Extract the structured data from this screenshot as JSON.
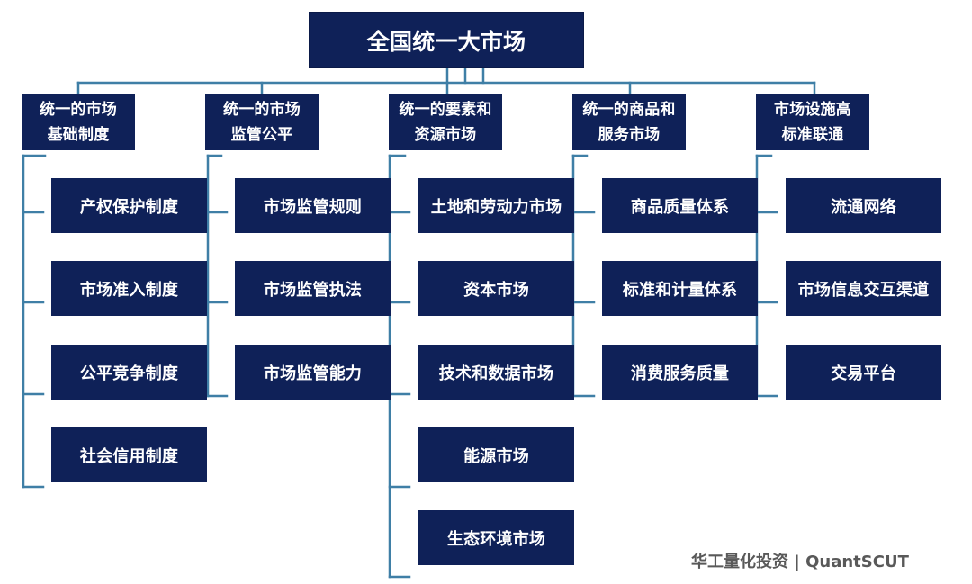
{
  "diagram": {
    "root": {
      "label": "全国统一大市场"
    },
    "categories": [
      {
        "label": "统一的市场\n基础制度",
        "items": [
          "产权保护制度",
          "市场准入制度",
          "公平竞争制度",
          "社会信用制度"
        ]
      },
      {
        "label": "统一的市场\n监管公平",
        "items": [
          "市场监管规则",
          "市场监管执法",
          "市场监管能力"
        ]
      },
      {
        "label": "统一的要素和\n资源市场",
        "items": [
          "土地和劳动力市场",
          "资本市场",
          "技术和数据市场",
          "能源市场",
          "生态环境市场"
        ]
      },
      {
        "label": "统一的商品和\n服务市场",
        "items": [
          "商品质量体系",
          "标准和计量体系",
          "消费服务质量"
        ]
      },
      {
        "label": "市场设施高\n标准联通",
        "items": [
          "流通网络",
          "市场信息交互渠道",
          "交易平台"
        ]
      }
    ],
    "colors": {
      "box": "#0f2158",
      "connector": "#3f7fa6",
      "text": "#ffffff"
    }
  },
  "watermark": "华工量化投资 | QuantSCUT"
}
